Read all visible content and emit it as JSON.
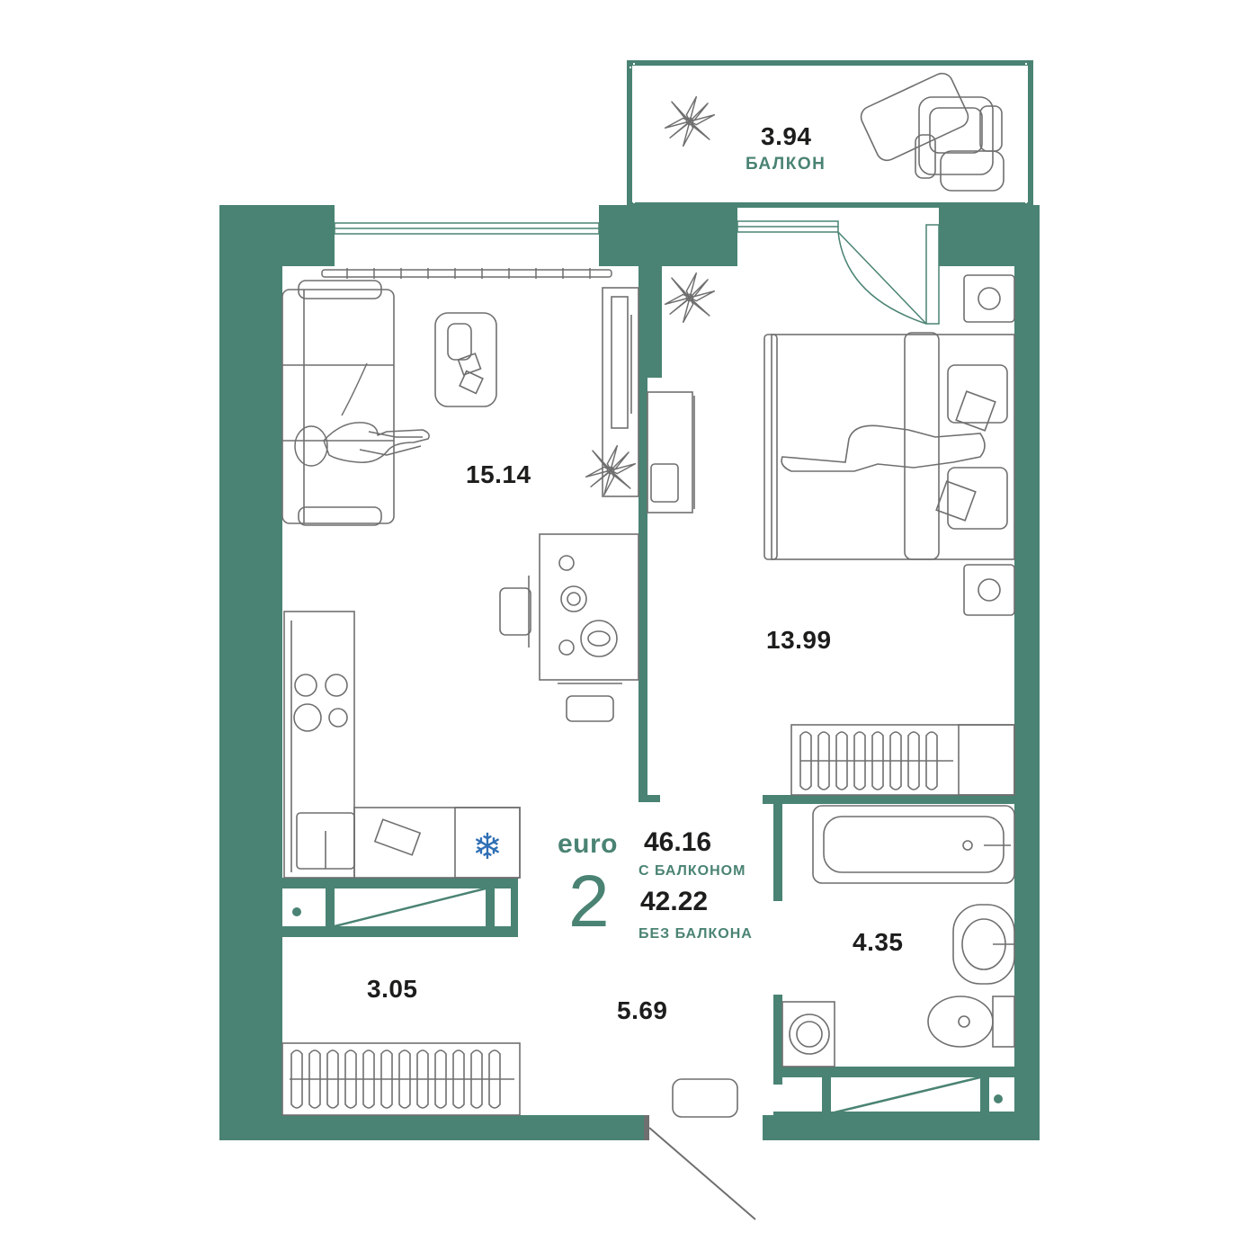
{
  "colors": {
    "wall": "#4a8373",
    "accent": "#4a8373",
    "furniture": "#6f6f6f",
    "text": "#1d1d1b"
  },
  "rooms": {
    "balcony": {
      "area": "3.94",
      "label": "БАЛКОН"
    },
    "living_kitchen": {
      "area": "15.14"
    },
    "bedroom": {
      "area": "13.99"
    },
    "bathroom": {
      "area": "4.35"
    },
    "closet": {
      "area": "3.05"
    },
    "hallway": {
      "area": "5.69"
    }
  },
  "summary": {
    "type_label": "euro",
    "rooms_count": "2",
    "area_with_balcony": "46.16",
    "with_balcony_caption": "С БАЛКОНОМ",
    "area_without_balcony": "42.22",
    "without_balcony_caption": "БЕЗ БАЛКОНА"
  },
  "icons": {
    "plant": "plant-icon",
    "snowflake": "snowflake-icon",
    "person": "person-icon"
  }
}
